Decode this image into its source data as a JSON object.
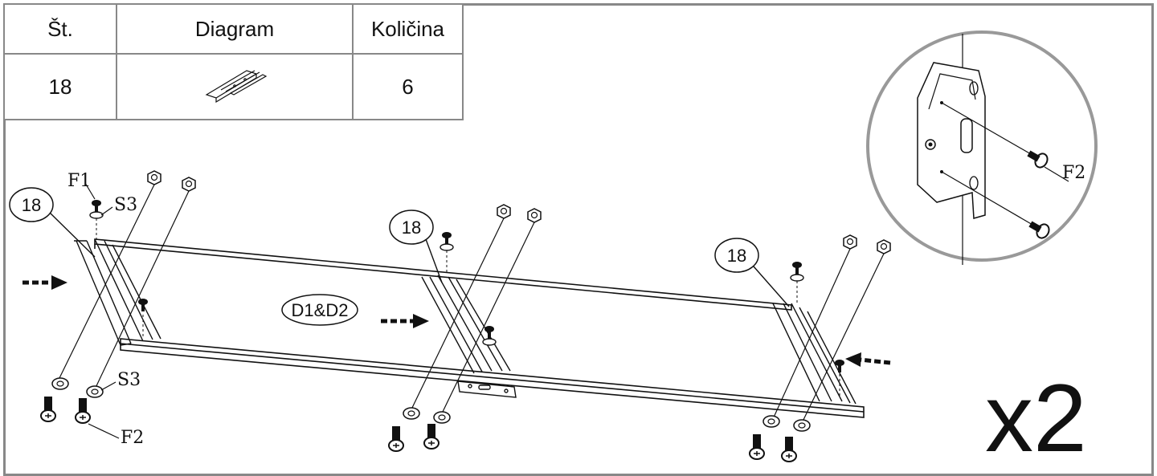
{
  "table": {
    "headers": [
      "Št.",
      "Diagram",
      "Količina"
    ],
    "row": {
      "number": "18",
      "quantity": "6"
    }
  },
  "labels": {
    "part_callout": "18",
    "d_callout": "D1&D2",
    "f1": "F1",
    "f2": "F2",
    "s3": "S3",
    "multiplier": "x2"
  },
  "colors": {
    "frame": "#888888",
    "ink": "#111111",
    "detail_circle": "#999999"
  }
}
